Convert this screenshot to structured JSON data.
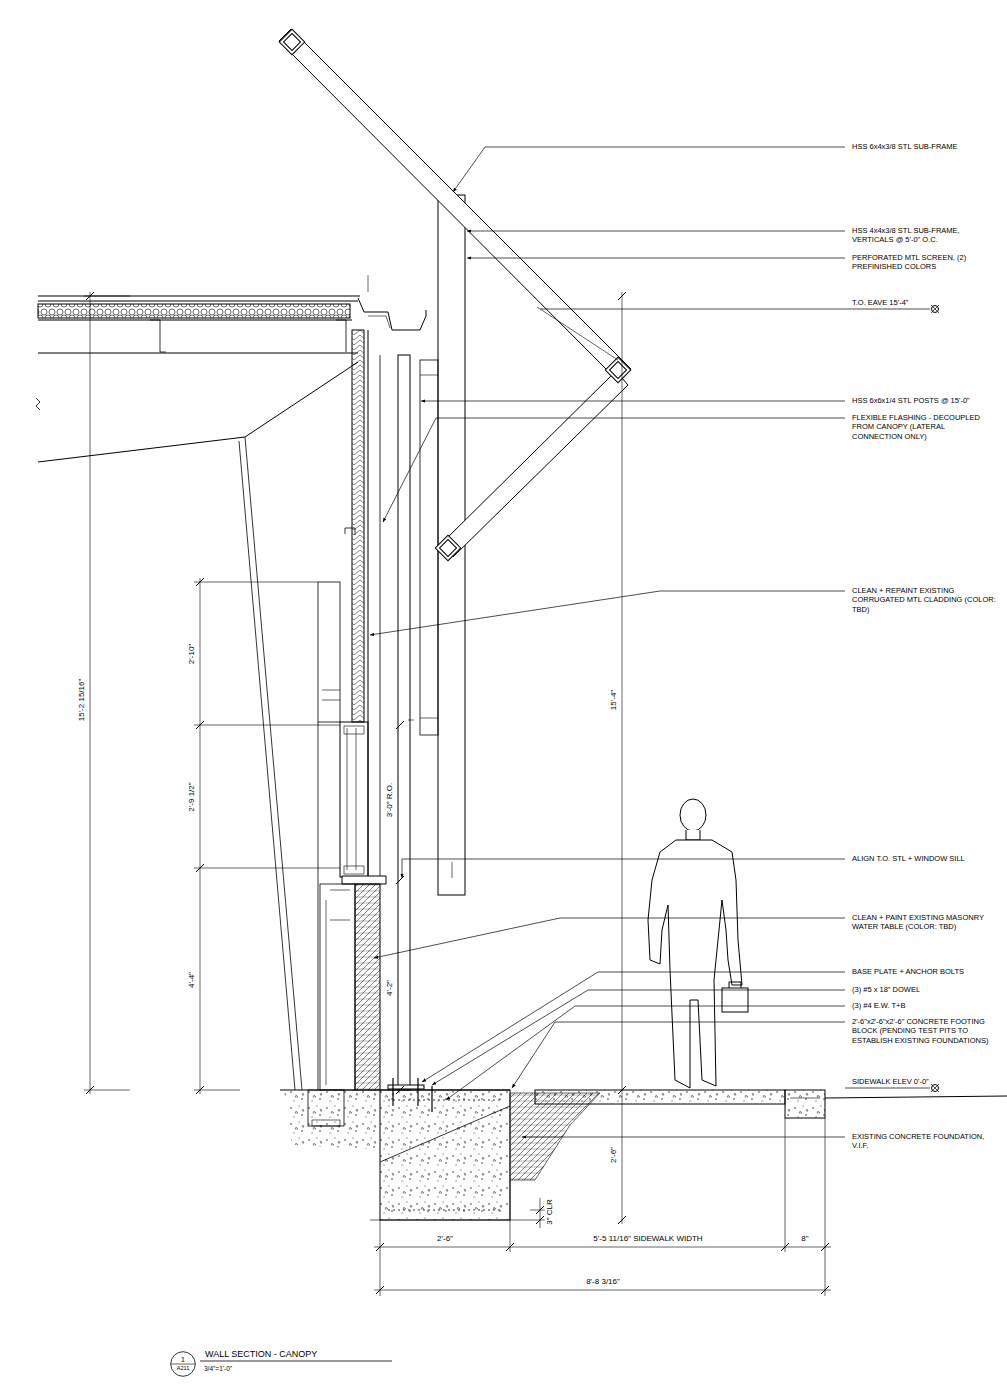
{
  "diagram": {
    "title": "WALL SECTION - CANOPY",
    "nodes": [
      {
        "text": [
          "1",
          "A211"
        ]
      }
    ],
    "labels": [
      "HSS 6x4x3/8 STL SUB-FRAME",
      "HSS 4x4x3/8 STL SUB-FRAME, VERTICALS @ 5'-0\" O.C.",
      "PERFORATED MTL SCREEN, (2) PREFINISHED COLORS",
      "T.O. EAVE 15'-4\"",
      "HSS 6x6x1/4 STL POSTS @ 15'-0\"",
      "FLEXIBLE FLASHING - DECOUPLED FROM CANOPY (LATERAL CONNECTION ONLY)",
      "CLEAN + REPAINT EXISTING CORRUGATED MTL CLADDING (COLOR: TBD)",
      "ALIGN T.O. STL + WINDOW SILL",
      "CLEAN + PAINT EXISTING MASONRY WATER TABLE (COLOR: TBD)",
      "BASE PLATE + ANCHOR BOLTS",
      "(3) #5 x 18\" DOWEL",
      "(3) #4 E.W. T+B",
      "2'-6\"x2'-6\"x2'-6\" CONCRETE FOOTING BLOCK (PENDING TEST PITS TO ESTABLISH EXISTING FOUNDATIONS)",
      "SIDEWALK ELEV 0'-0\"",
      "EXISTING CONCRETE FOUNDATION, V.I.F.",
      "15'-2 15/16\"",
      "2'-10\"",
      "2'-9 1/2\"",
      "4'-4\"",
      "3'-0\" R.O.",
      "4'-2\"",
      "15'-4\"",
      "2'-6\"",
      "3\" CLR",
      "2'-6\"",
      "5'-5 11/16\" SIDEWALK WIDTH",
      "8\"",
      "8'-8 3/16\"",
      "3/4\"=1'-0\""
    ]
  }
}
